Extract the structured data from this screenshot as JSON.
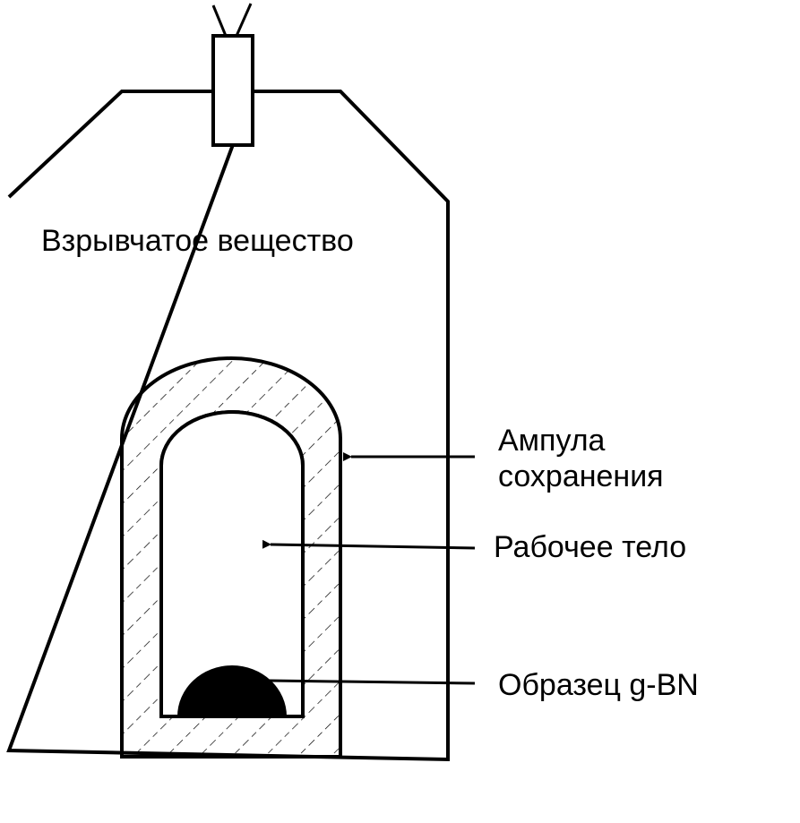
{
  "labels": {
    "explosive": "Взрывчатое вещество",
    "ampoule_line1": "Ампула",
    "ampoule_line2": "сохранения",
    "working_body": "Рабочее тело",
    "sample": "Образец g-BN"
  },
  "colors": {
    "stroke": "#000000",
    "background": "#ffffff",
    "sample_fill": "#000000"
  }
}
